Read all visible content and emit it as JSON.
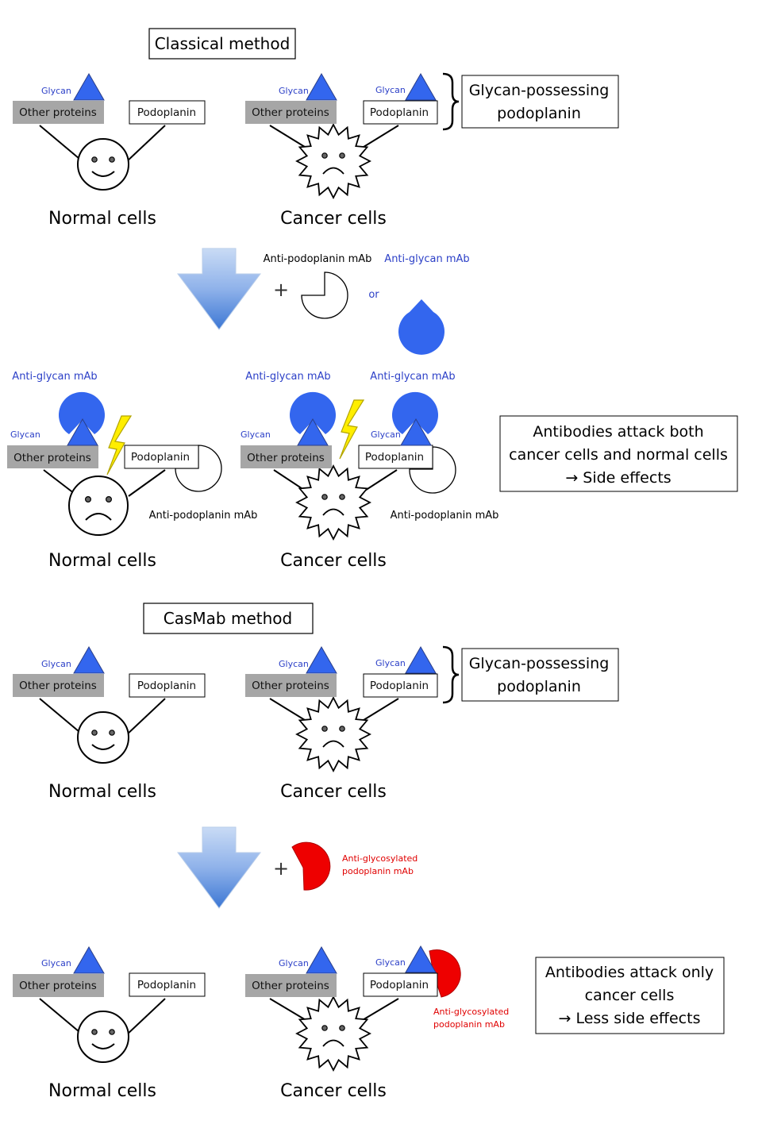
{
  "colors": {
    "glycan": "#3366ee",
    "anti_glycan_mab": "#3366ee",
    "anti_glycosylated_mab": "#ee0000",
    "other_proteins_box": "#a6a6a6",
    "lightning": "#ffee00",
    "arrow_gradient_top": "#c9dbf5",
    "arrow_gradient_bottom": "#3c77d4",
    "label_blue": "#2b3fc7",
    "label_red": "#e00000"
  },
  "icons": [
    "happy-face-icon",
    "sad-face-icon",
    "spiky-cancer-cell-icon",
    "lightning-icon",
    "down-arrow-icon",
    "glycan-triangle-icon",
    "antibody-pacman-icon"
  ],
  "classical": {
    "title": "Classical method",
    "top": {
      "glycan_label": "Glycan",
      "other_proteins": "Other proteins",
      "podoplanin": "Podoplanin",
      "normal_cells": "Normal cells",
      "cancer_cells": "Cancer cells",
      "glycan_possessing_line1": "Glycan-possessing",
      "glycan_possessing_line2": "podoplanin"
    },
    "treatment": {
      "plus": "+",
      "anti_podoplanin_mab": "Anti-podoplanin  mAb",
      "or": "or",
      "anti_glycan_mab": "Anti-glycan mAb"
    },
    "result": {
      "anti_glycan_mab": "Anti-glycan mAb",
      "glycan_label": "Glycan",
      "other_proteins": "Other proteins",
      "podoplanin": "Podoplanin",
      "anti_podoplanin_mab": "Anti-podoplanin  mAb",
      "normal_cells": "Normal cells",
      "cancer_cells": "Cancer cells",
      "note_line1": "Antibodies attack both",
      "note_line2": "cancer cells and normal cells",
      "note_line3": "→ Side effects"
    }
  },
  "casmab": {
    "title": "CasMab method",
    "top": {
      "glycan_label": "Glycan",
      "other_proteins": "Other proteins",
      "podoplanin": "Podoplanin",
      "normal_cells": "Normal cells",
      "cancer_cells": "Cancer cells",
      "glycan_possessing_line1": "Glycan-possessing",
      "glycan_possessing_line2": "podoplanin"
    },
    "treatment": {
      "plus": "+",
      "anti_glycosylated_line1": "Anti-glycosylated",
      "anti_glycosylated_line2": "podoplanin mAb"
    },
    "result": {
      "glycan_label": "Glycan",
      "other_proteins": "Other proteins",
      "podoplanin": "Podoplanin",
      "anti_glycosylated_line1": "Anti-glycosylated",
      "anti_glycosylated_line2": "podoplanin mAb",
      "normal_cells": "Normal cells",
      "cancer_cells": "Cancer cells",
      "note_line1": "Antibodies attack only",
      "note_line2": "cancer cells",
      "note_line3": "→ Less side effects"
    }
  }
}
